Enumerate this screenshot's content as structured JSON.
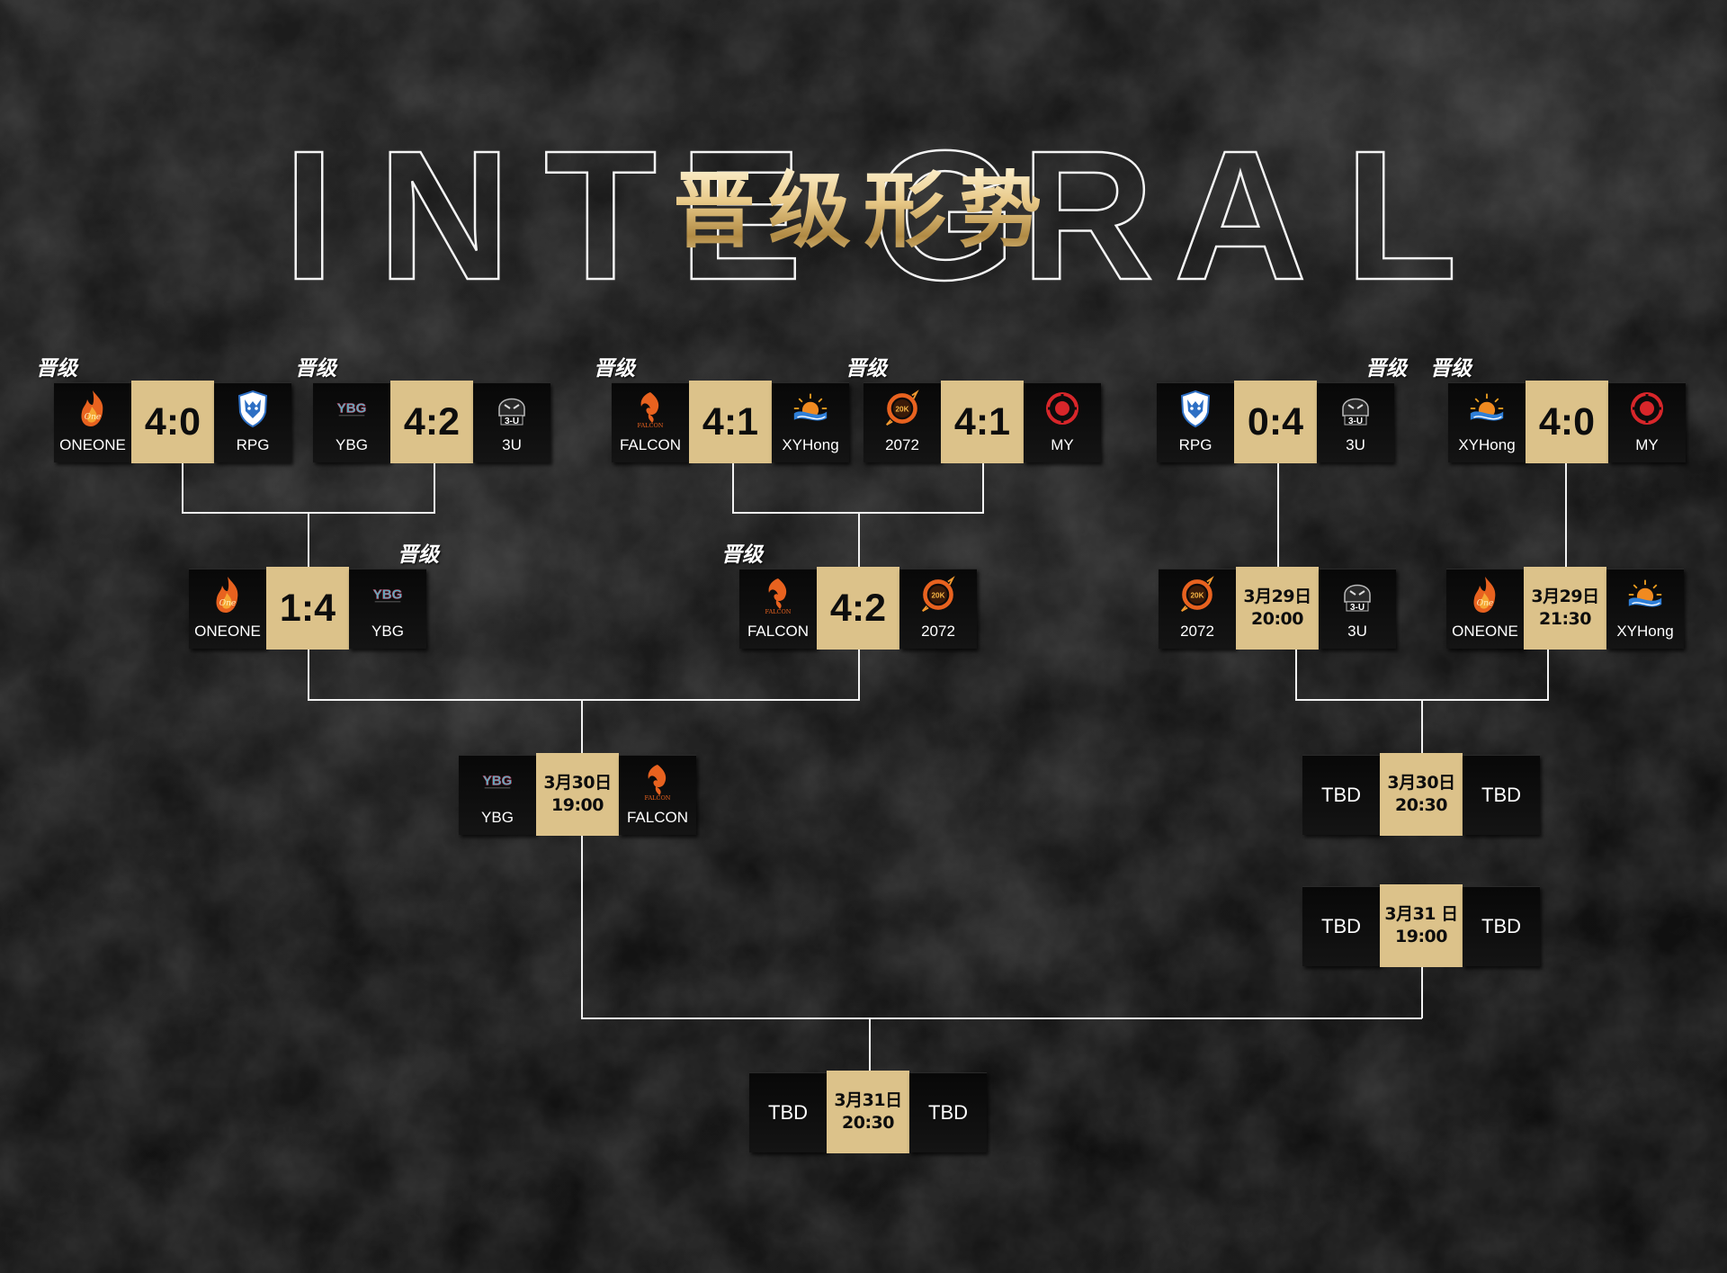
{
  "header": {
    "bg_word_letters": [
      "I",
      "N",
      "T",
      "E",
      "G",
      "R",
      "A",
      "L"
    ],
    "title": "晋级形势"
  },
  "colors": {
    "accent_gold": "#dcc28a",
    "line": "#f2f2f2",
    "background": "#141414"
  },
  "advance_label": "晋级",
  "matches": [
    {
      "id": "m1",
      "left": {
        "name": "ONEONE",
        "logo": "oneone-flame-icon"
      },
      "right": {
        "name": "RPG",
        "logo": "rpg-wolf-shield-icon"
      },
      "center": "4:0",
      "center_type": "score",
      "advancer": "left"
    },
    {
      "id": "m2",
      "left": {
        "name": "YBG",
        "logo": "ybg-logo-icon"
      },
      "right": {
        "name": "3U",
        "logo": "3u-helmet-icon"
      },
      "center": "4:2",
      "center_type": "score",
      "advancer": "left"
    },
    {
      "id": "m3",
      "left": {
        "name": "FALCON",
        "logo": "falcon-phoenix-icon"
      },
      "right": {
        "name": "XYHong",
        "logo": "xyhong-sun-wave-icon"
      },
      "center": "4:1",
      "center_type": "score",
      "advancer": "left"
    },
    {
      "id": "m4",
      "left": {
        "name": "2072",
        "logo": "2072-fire-ring-icon"
      },
      "right": {
        "name": "MY",
        "logo": "my-target-icon"
      },
      "center": "4:1",
      "center_type": "score",
      "advancer": "left"
    },
    {
      "id": "m5",
      "left": {
        "name": "RPG",
        "logo": "rpg-wolf-shield-icon"
      },
      "right": {
        "name": "3U",
        "logo": "3u-helmet-icon"
      },
      "center": "0:4",
      "center_type": "score",
      "advancer": "right"
    },
    {
      "id": "m6",
      "left": {
        "name": "XYHong",
        "logo": "xyhong-sun-wave-icon"
      },
      "right": {
        "name": "MY",
        "logo": "my-target-icon"
      },
      "center": "4:0",
      "center_type": "score",
      "advancer": "left"
    },
    {
      "id": "m7",
      "left": {
        "name": "ONEONE",
        "logo": "oneone-flame-icon"
      },
      "right": {
        "name": "YBG",
        "logo": "ybg-logo-icon"
      },
      "center": "1:4",
      "center_type": "score",
      "advancer": "right"
    },
    {
      "id": "m8",
      "left": {
        "name": "FALCON",
        "logo": "falcon-phoenix-icon"
      },
      "right": {
        "name": "2072",
        "logo": "2072-fire-ring-icon"
      },
      "center": "4:2",
      "center_type": "score",
      "advancer": "left"
    },
    {
      "id": "m9",
      "left": {
        "name": "2072",
        "logo": "2072-fire-ring-icon"
      },
      "right": {
        "name": "3U",
        "logo": "3u-helmet-icon"
      },
      "center": "3月29日\n20:00",
      "center_type": "date",
      "advancer": ""
    },
    {
      "id": "m10",
      "left": {
        "name": "ONEONE",
        "logo": "oneone-flame-icon"
      },
      "right": {
        "name": "XYHong",
        "logo": "xyhong-sun-wave-icon"
      },
      "center": "3月29日\n21:30",
      "center_type": "date",
      "advancer": ""
    },
    {
      "id": "m11",
      "left": {
        "name": "YBG",
        "logo": "ybg-logo-icon"
      },
      "right": {
        "name": "FALCON",
        "logo": "falcon-phoenix-icon"
      },
      "center": "3月30日\n19:00",
      "center_type": "date",
      "advancer": ""
    },
    {
      "id": "m12",
      "left": {
        "name": "TBD",
        "logo": ""
      },
      "right": {
        "name": "TBD",
        "logo": ""
      },
      "center": "3月30日\n20:30",
      "center_type": "date",
      "advancer": ""
    },
    {
      "id": "m13",
      "left": {
        "name": "TBD",
        "logo": ""
      },
      "right": {
        "name": "TBD",
        "logo": ""
      },
      "center": "3月31 日\n19:00",
      "center_type": "date",
      "advancer": ""
    },
    {
      "id": "m14",
      "left": {
        "name": "TBD",
        "logo": ""
      },
      "right": {
        "name": "TBD",
        "logo": ""
      },
      "center": "3月31日\n20:30",
      "center_type": "date",
      "advancer": ""
    }
  ]
}
